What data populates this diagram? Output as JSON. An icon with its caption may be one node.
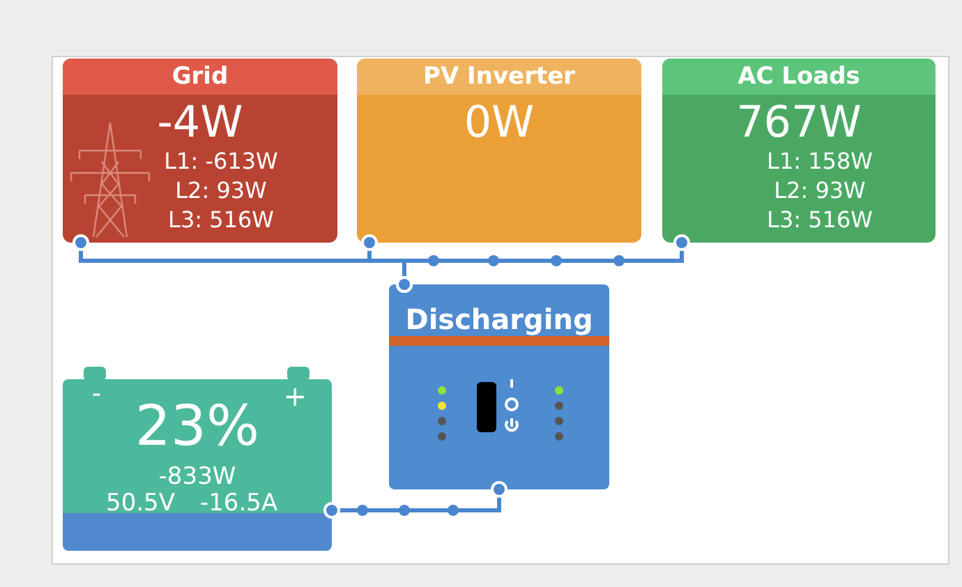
{
  "diagram": {
    "nodes": [
      {
        "text": [
          "Grid",
          "-4W",
          "L1: -613W",
          "L2: 93W",
          "L3: 516W"
        ]
      },
      {
        "text": [
          "PV Inverter",
          "0W"
        ]
      },
      {
        "text": [
          "AC Loads",
          "767W",
          "L1: 158W",
          "L2: 93W",
          "L3: 516W"
        ]
      },
      {
        "text": [
          "Discharging"
        ]
      },
      {
        "text": [
          "-",
          "+",
          "23%",
          "-833W",
          "50.5V",
          "-16.5A"
        ]
      }
    ],
    "edges": [
      {
        "from": 0,
        "to": 3,
        "arrow": "other"
      },
      {
        "from": 1,
        "to": 3,
        "arrow": "other"
      },
      {
        "from": 3,
        "to": 2,
        "arrow": "other"
      },
      {
        "from": 3,
        "to": 4,
        "arrow": "other"
      }
    ]
  }
}
